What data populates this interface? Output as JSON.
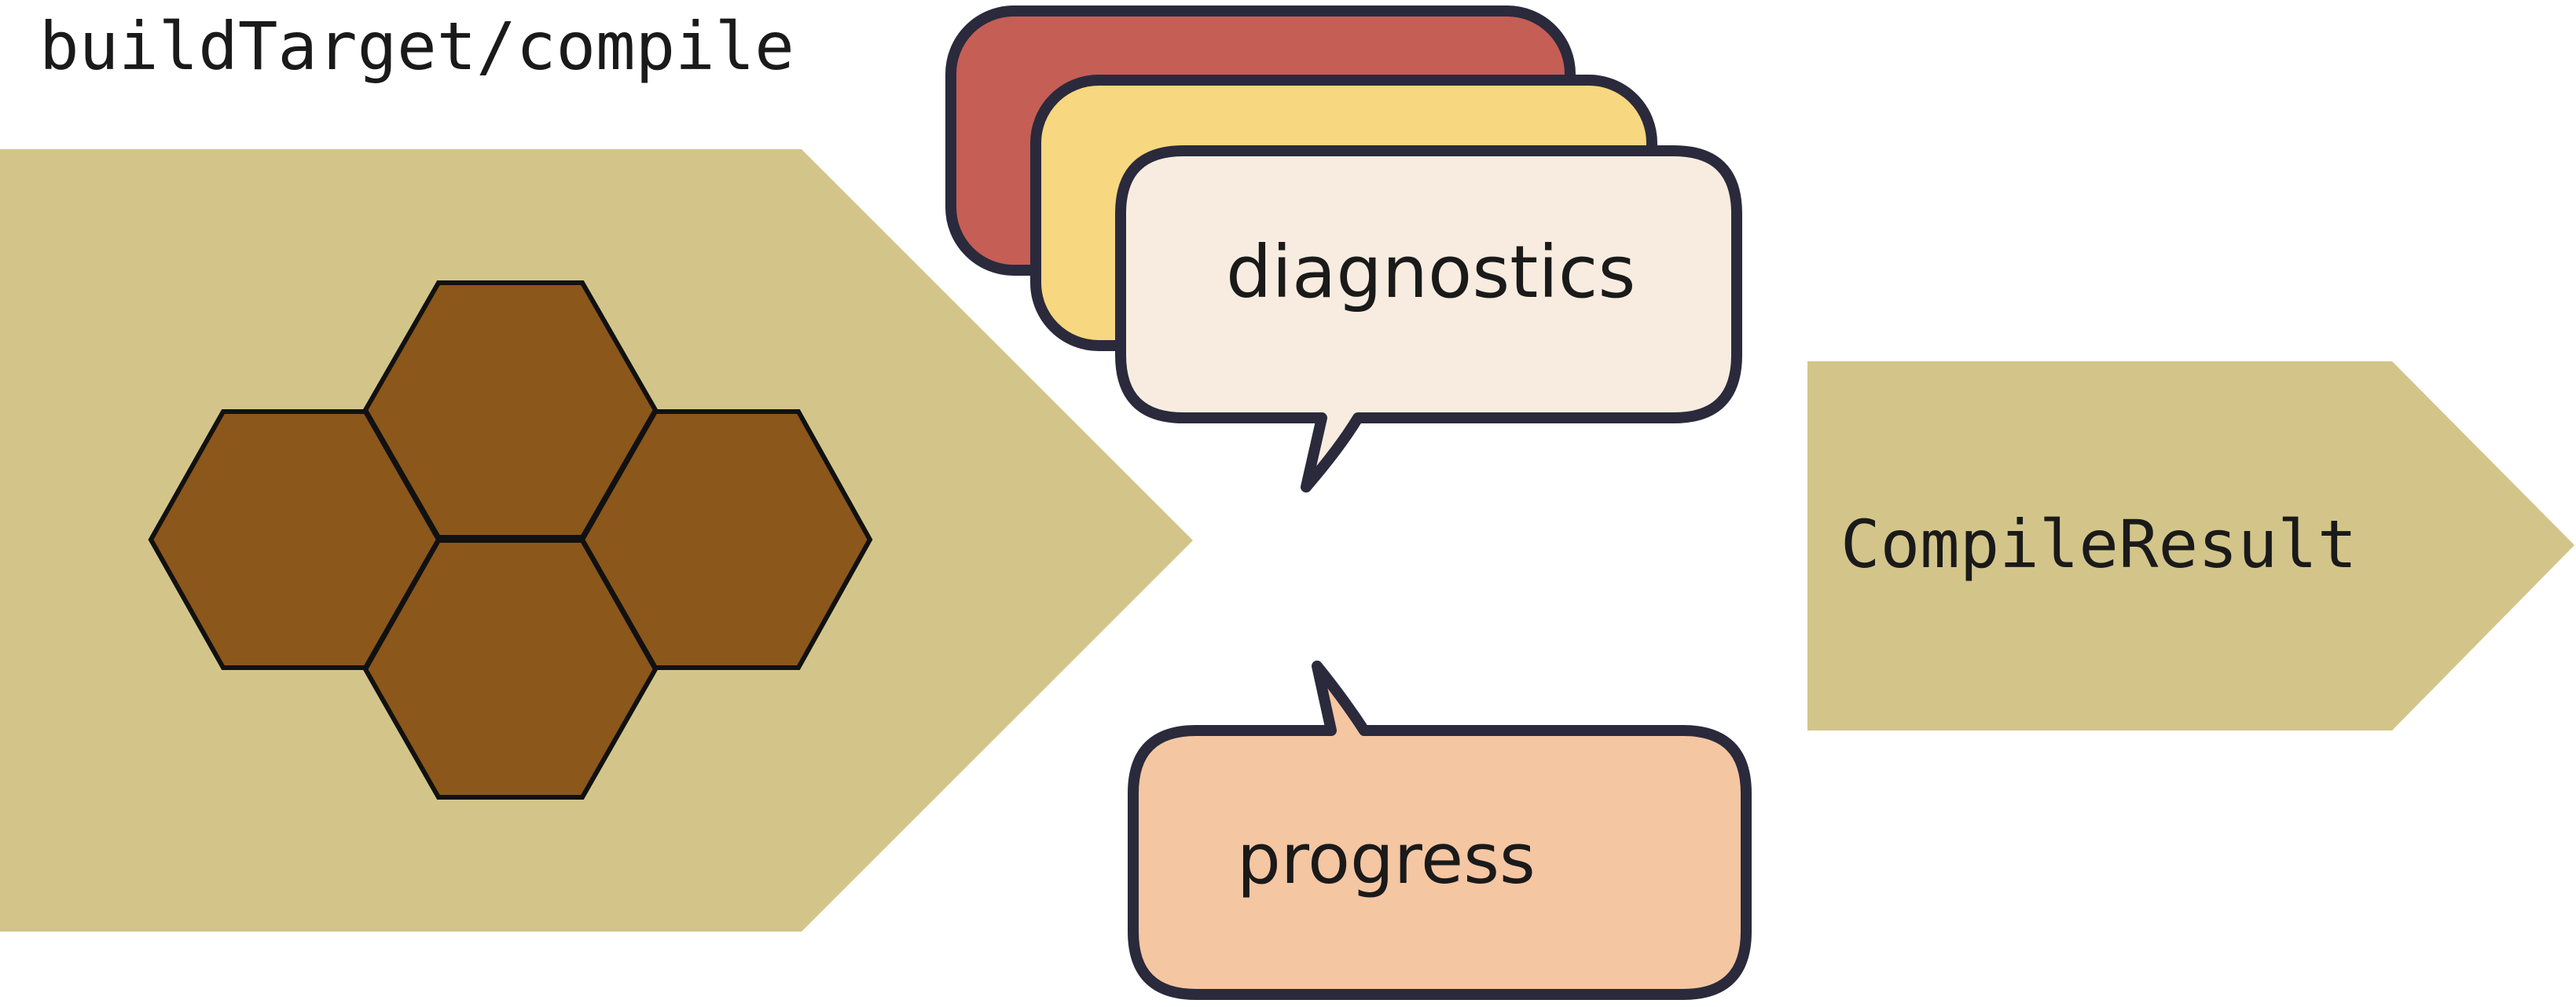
{
  "title": "buildTarget/compile",
  "result_label": "CompileResult",
  "bubbles": {
    "diagnostics_label": "diagnostics",
    "progress_label": "progress"
  },
  "colors": {
    "arrow_fill": "#d3c58a",
    "hex_fill": "#8b571b",
    "outline": "#2a2a3c",
    "bubble_red": "#c55e55",
    "bubble_yellow": "#f7d77f",
    "bubble_cream": "#f7ecdf",
    "bubble_peach": "#f5c6a2"
  }
}
